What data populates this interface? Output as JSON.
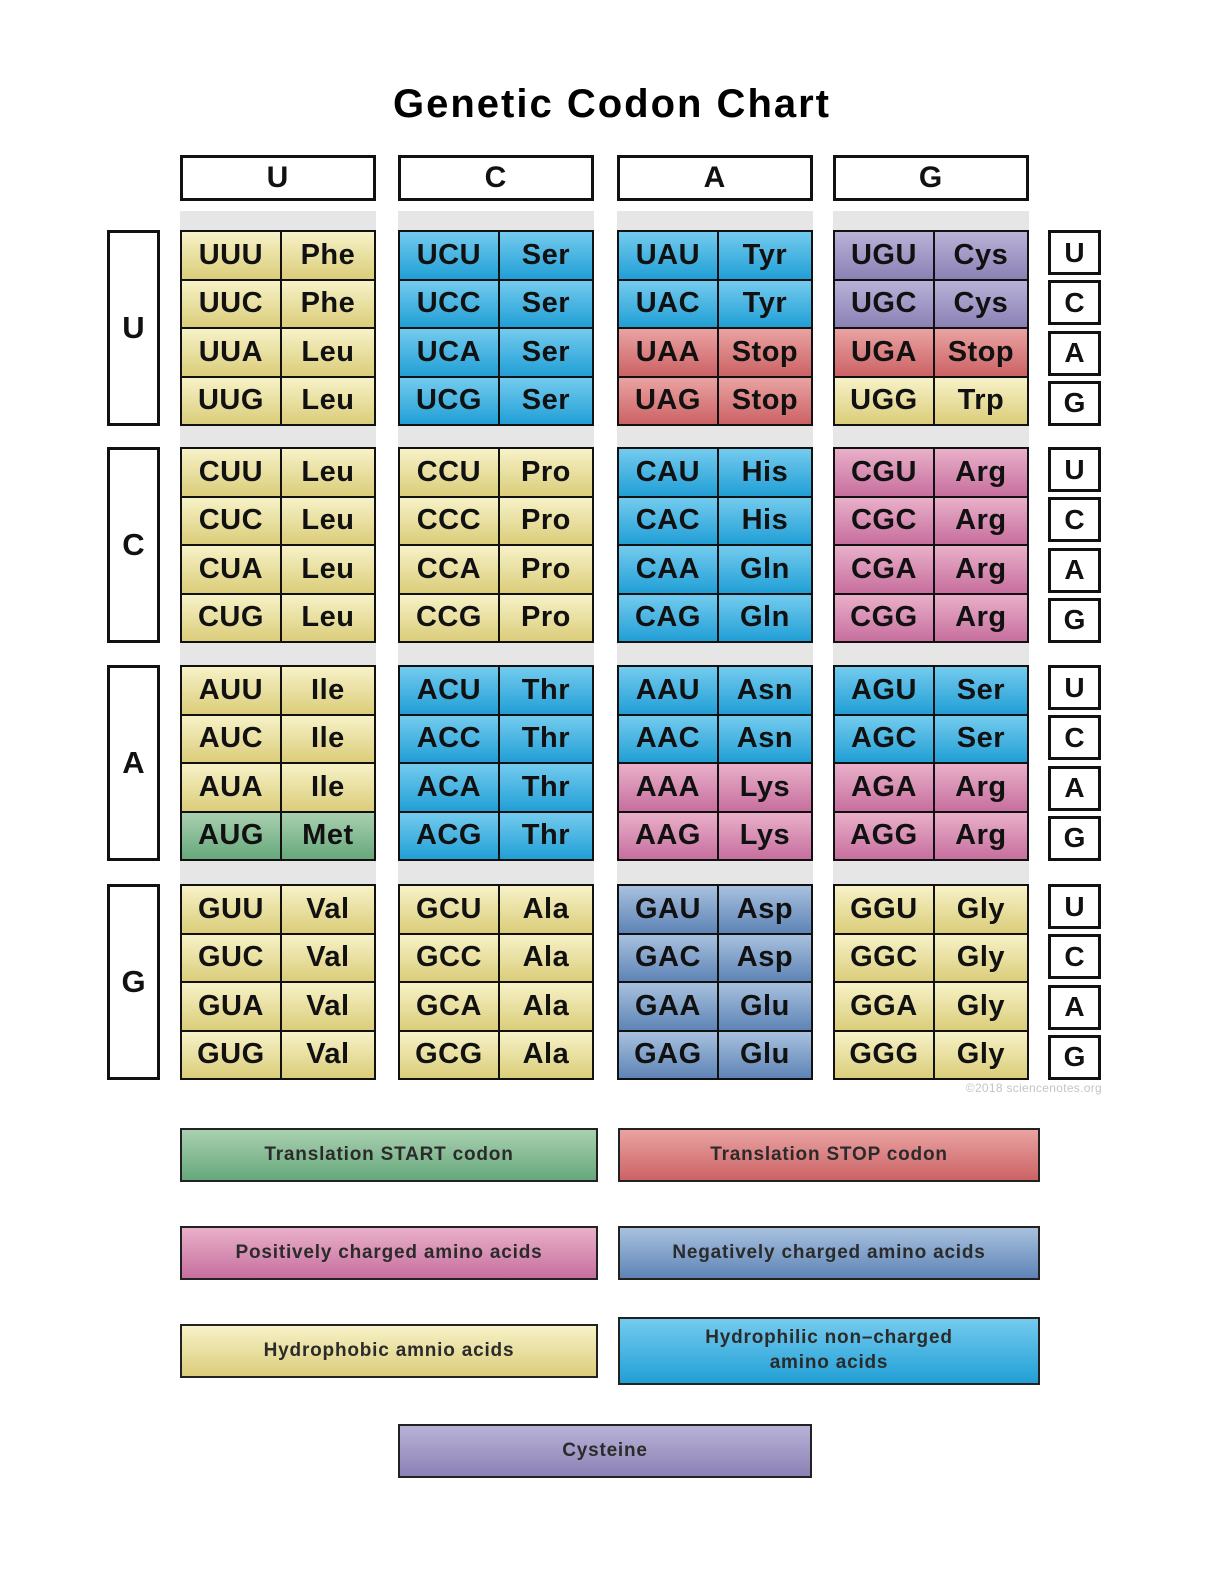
{
  "title": "Genetic Codon Chart",
  "watermark": "©2018 sciencenotes.org",
  "second_base_headers": [
    "U",
    "C",
    "A",
    "G"
  ],
  "third_base_labels": [
    "U",
    "C",
    "A",
    "G"
  ],
  "colors": {
    "yellow": [
      "#f7f2c8",
      "#dbcd7a"
    ],
    "blue": [
      "#74cbee",
      "#219fd6"
    ],
    "pink": [
      "#e9b0c9",
      "#c76f9e"
    ],
    "red": [
      "#eaa3a2",
      "#cc6265"
    ],
    "purple": [
      "#b9b2d7",
      "#8b81b5"
    ],
    "green": [
      "#a9d0b0",
      "#66a87b"
    ],
    "navy": [
      "#a8c1de",
      "#5e84b6"
    ]
  },
  "table": {
    "rows": [
      {
        "first_base": "U",
        "columns": [
          {
            "second_base": "U",
            "cells": [
              {
                "codon": "UUU",
                "aa": "Phe",
                "color": "yellow"
              },
              {
                "codon": "UUC",
                "aa": "Phe",
                "color": "yellow"
              },
              {
                "codon": "UUA",
                "aa": "Leu",
                "color": "yellow"
              },
              {
                "codon": "UUG",
                "aa": "Leu",
                "color": "yellow"
              }
            ]
          },
          {
            "second_base": "C",
            "cells": [
              {
                "codon": "UCU",
                "aa": "Ser",
                "color": "blue"
              },
              {
                "codon": "UCC",
                "aa": "Ser",
                "color": "blue"
              },
              {
                "codon": "UCA",
                "aa": "Ser",
                "color": "blue"
              },
              {
                "codon": "UCG",
                "aa": "Ser",
                "color": "blue"
              }
            ]
          },
          {
            "second_base": "A",
            "cells": [
              {
                "codon": "UAU",
                "aa": "Tyr",
                "color": "blue"
              },
              {
                "codon": "UAC",
                "aa": "Tyr",
                "color": "blue"
              },
              {
                "codon": "UAA",
                "aa": "Stop",
                "color": "red"
              },
              {
                "codon": "UAG",
                "aa": "Stop",
                "color": "red"
              }
            ]
          },
          {
            "second_base": "G",
            "cells": [
              {
                "codon": "UGU",
                "aa": "Cys",
                "color": "purple"
              },
              {
                "codon": "UGC",
                "aa": "Cys",
                "color": "purple"
              },
              {
                "codon": "UGA",
                "aa": "Stop",
                "color": "red"
              },
              {
                "codon": "UGG",
                "aa": "Trp",
                "color": "yellow"
              }
            ]
          }
        ]
      },
      {
        "first_base": "C",
        "columns": [
          {
            "second_base": "U",
            "cells": [
              {
                "codon": "CUU",
                "aa": "Leu",
                "color": "yellow"
              },
              {
                "codon": "CUC",
                "aa": "Leu",
                "color": "yellow"
              },
              {
                "codon": "CUA",
                "aa": "Leu",
                "color": "yellow"
              },
              {
                "codon": "CUG",
                "aa": "Leu",
                "color": "yellow"
              }
            ]
          },
          {
            "second_base": "C",
            "cells": [
              {
                "codon": "CCU",
                "aa": "Pro",
                "color": "yellow"
              },
              {
                "codon": "CCC",
                "aa": "Pro",
                "color": "yellow"
              },
              {
                "codon": "CCA",
                "aa": "Pro",
                "color": "yellow"
              },
              {
                "codon": "CCG",
                "aa": "Pro",
                "color": "yellow"
              }
            ]
          },
          {
            "second_base": "A",
            "cells": [
              {
                "codon": "CAU",
                "aa": "His",
                "color": "blue"
              },
              {
                "codon": "CAC",
                "aa": "His",
                "color": "blue"
              },
              {
                "codon": "CAA",
                "aa": "Gln",
                "color": "blue"
              },
              {
                "codon": "CAG",
                "aa": "Gln",
                "color": "blue"
              }
            ]
          },
          {
            "second_base": "G",
            "cells": [
              {
                "codon": "CGU",
                "aa": "Arg",
                "color": "pink"
              },
              {
                "codon": "CGC",
                "aa": "Arg",
                "color": "pink"
              },
              {
                "codon": "CGA",
                "aa": "Arg",
                "color": "pink"
              },
              {
                "codon": "CGG",
                "aa": "Arg",
                "color": "pink"
              }
            ]
          }
        ]
      },
      {
        "first_base": "A",
        "columns": [
          {
            "second_base": "U",
            "cells": [
              {
                "codon": "AUU",
                "aa": "Ile",
                "color": "yellow"
              },
              {
                "codon": "AUC",
                "aa": "Ile",
                "color": "yellow"
              },
              {
                "codon": "AUA",
                "aa": "Ile",
                "color": "yellow"
              },
              {
                "codon": "AUG",
                "aa": "Met",
                "color": "green"
              }
            ]
          },
          {
            "second_base": "C",
            "cells": [
              {
                "codon": "ACU",
                "aa": "Thr",
                "color": "blue"
              },
              {
                "codon": "ACC",
                "aa": "Thr",
                "color": "blue"
              },
              {
                "codon": "ACA",
                "aa": "Thr",
                "color": "blue"
              },
              {
                "codon": "ACG",
                "aa": "Thr",
                "color": "blue"
              }
            ]
          },
          {
            "second_base": "A",
            "cells": [
              {
                "codon": "AAU",
                "aa": "Asn",
                "color": "blue"
              },
              {
                "codon": "AAC",
                "aa": "Asn",
                "color": "blue"
              },
              {
                "codon": "AAA",
                "aa": "Lys",
                "color": "pink"
              },
              {
                "codon": "AAG",
                "aa": "Lys",
                "color": "pink"
              }
            ]
          },
          {
            "second_base": "G",
            "cells": [
              {
                "codon": "AGU",
                "aa": "Ser",
                "color": "blue"
              },
              {
                "codon": "AGC",
                "aa": "Ser",
                "color": "blue"
              },
              {
                "codon": "AGA",
                "aa": "Arg",
                "color": "pink"
              },
              {
                "codon": "AGG",
                "aa": "Arg",
                "color": "pink"
              }
            ]
          }
        ]
      },
      {
        "first_base": "G",
        "columns": [
          {
            "second_base": "U",
            "cells": [
              {
                "codon": "GUU",
                "aa": "Val",
                "color": "yellow"
              },
              {
                "codon": "GUC",
                "aa": "Val",
                "color": "yellow"
              },
              {
                "codon": "GUA",
                "aa": "Val",
                "color": "yellow"
              },
              {
                "codon": "GUG",
                "aa": "Val",
                "color": "yellow"
              }
            ]
          },
          {
            "second_base": "C",
            "cells": [
              {
                "codon": "GCU",
                "aa": "Ala",
                "color": "yellow"
              },
              {
                "codon": "GCC",
                "aa": "Ala",
                "color": "yellow"
              },
              {
                "codon": "GCA",
                "aa": "Ala",
                "color": "yellow"
              },
              {
                "codon": "GCG",
                "aa": "Ala",
                "color": "yellow"
              }
            ]
          },
          {
            "second_base": "A",
            "cells": [
              {
                "codon": "GAU",
                "aa": "Asp",
                "color": "navy"
              },
              {
                "codon": "GAC",
                "aa": "Asp",
                "color": "navy"
              },
              {
                "codon": "GAA",
                "aa": "Glu",
                "color": "navy"
              },
              {
                "codon": "GAG",
                "aa": "Glu",
                "color": "navy"
              }
            ]
          },
          {
            "second_base": "G",
            "cells": [
              {
                "codon": "GGU",
                "aa": "Gly",
                "color": "yellow"
              },
              {
                "codon": "GGC",
                "aa": "Gly",
                "color": "yellow"
              },
              {
                "codon": "GGA",
                "aa": "Gly",
                "color": "yellow"
              },
              {
                "codon": "GGG",
                "aa": "Gly",
                "color": "yellow"
              }
            ]
          }
        ]
      }
    ]
  },
  "legend": {
    "items": [
      {
        "key": "start-codon",
        "label": "Translation START codon",
        "color": "green"
      },
      {
        "key": "stop-codon",
        "label": "Translation STOP codon",
        "color": "red"
      },
      {
        "key": "positively-charged",
        "label": "Positively charged amino acids",
        "color": "pink"
      },
      {
        "key": "negatively-charged",
        "label": "Negatively charged amino acids",
        "color": "navy"
      },
      {
        "key": "hydrophobic",
        "label": "Hydrophobic amnio acids",
        "color": "yellow"
      },
      {
        "key": "hydrophilic",
        "label": "Hydrophilic non–charged\namino acids",
        "color": "blue"
      },
      {
        "key": "cysteine",
        "label": "Cysteine",
        "color": "purple"
      }
    ]
  }
}
